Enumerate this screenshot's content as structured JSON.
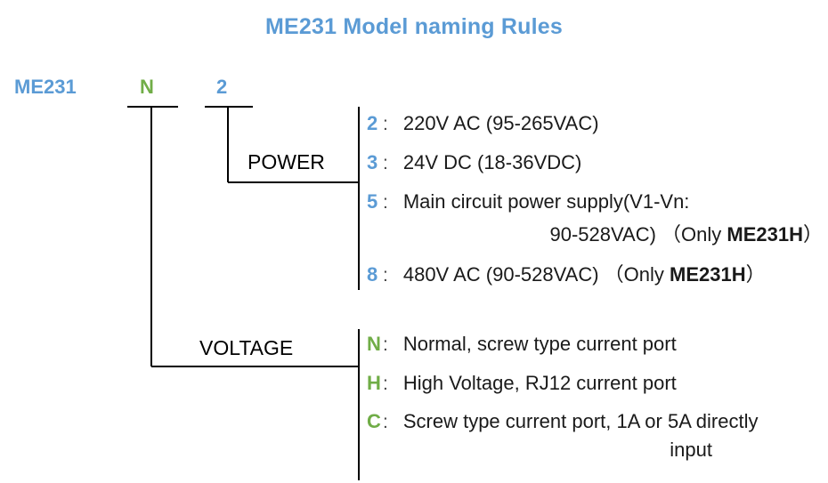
{
  "title": "ME231 Model naming Rules",
  "model_code": {
    "base": "ME231",
    "voltage_token": "N",
    "power_token": "2"
  },
  "colors": {
    "blue": "#5B9BD5",
    "green": "#70AD47",
    "text": "#1a1a1a",
    "line": "#000000"
  },
  "groups": [
    {
      "name": "POWER",
      "options": [
        {
          "key": "2",
          "colon": ":",
          "desc": "220V AC (95-265VAC)",
          "cont": ""
        },
        {
          "key": "3",
          "colon": ":",
          "desc": "24V DC (18-36VDC)",
          "cont": ""
        },
        {
          "key": "5",
          "colon": ":",
          "desc": "Main circuit power supply(V1-Vn:",
          "cont_pre": "90-528VAC)  （Only ",
          "cont_bold": "ME231H",
          "cont_post": "）"
        },
        {
          "key": "8",
          "colon": ":",
          "desc_pre": "480V AC (90-528VAC)   （Only ",
          "desc_bold": "ME231H",
          "desc_post": "）",
          "cont": ""
        }
      ]
    },
    {
      "name": "VOLTAGE",
      "options": [
        {
          "key": "N",
          "colon": ":",
          "desc": "Normal, screw type current port",
          "cont": ""
        },
        {
          "key": "H",
          "colon": ":",
          "desc": "High Voltage, RJ12 current port",
          "cont": ""
        },
        {
          "key": "C",
          "colon": ":",
          "desc": "Screw type current port, 1A or 5A directly",
          "cont": "input"
        }
      ]
    }
  ]
}
